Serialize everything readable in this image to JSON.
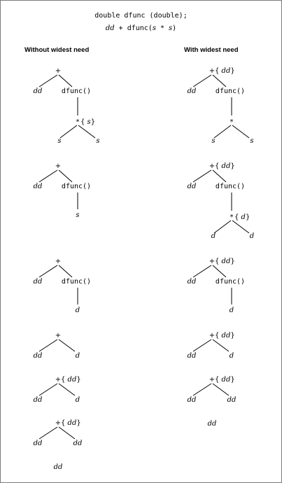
{
  "header": {
    "declaration": "double dfunc (double);",
    "expr_dd": "dd",
    "expr_plus": " + ",
    "expr_call": "dfunc(",
    "expr_s1": "s",
    "expr_times": " * ",
    "expr_s2": "s",
    "expr_close": ")"
  },
  "columns": {
    "left_title": "Without widest need",
    "right_title": "With widest need"
  },
  "trees": {
    "left": [
      {
        "root": "+",
        "left": "dd",
        "func": "dfunc()",
        "op": "*",
        "op_ann": "s",
        "op_left": "s",
        "op_right": "s"
      },
      {
        "root": "+",
        "left": "dd",
        "func": "dfunc()",
        "child": "s"
      },
      {
        "root": "+",
        "left": "dd",
        "func": "dfunc()",
        "child": "d"
      },
      {
        "root": "+",
        "left": "dd",
        "right": "d"
      },
      {
        "root": "+",
        "root_ann": "dd",
        "left": "dd",
        "right": "d"
      },
      {
        "root": "+",
        "root_ann": "dd",
        "left": "dd",
        "right": "dd"
      }
    ],
    "right": [
      {
        "root": "+",
        "root_ann": "dd",
        "left": "dd",
        "func": "dfunc()",
        "op": "*",
        "op_left": "s",
        "op_right": "s"
      },
      {
        "root": "+",
        "root_ann": "dd",
        "left": "dd",
        "func": "dfunc()",
        "op": "*",
        "op_ann": "d",
        "op_left": "d",
        "op_right": "d"
      },
      {
        "root": "+",
        "root_ann": "dd",
        "left": "dd",
        "func": "dfunc()",
        "child": "d"
      },
      {
        "root": "+",
        "root_ann": "dd",
        "left": "dd",
        "right": "d"
      },
      {
        "root": "+",
        "root_ann": "dd",
        "left": "dd",
        "right": "dd"
      }
    ]
  },
  "results": {
    "left": "dd",
    "right": "dd"
  }
}
